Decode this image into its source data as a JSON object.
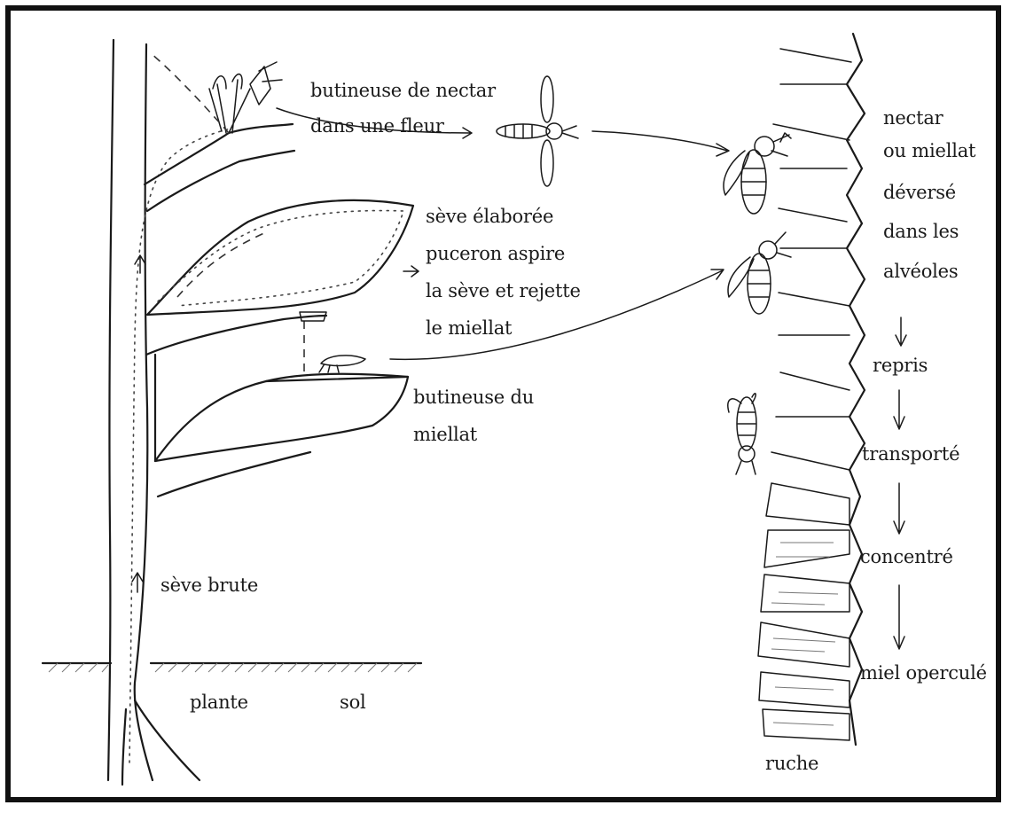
{
  "labels": {
    "nectar_forager_1": "butineuse de nectar",
    "nectar_forager_2": "dans une fleur",
    "hive_nectar_1": "nectar",
    "hive_nectar_2": "ou miellat",
    "hive_nectar_3": "déversé",
    "hive_nectar_4": "dans les",
    "hive_nectar_5": "alvéoles",
    "sap_1": "sève élaborée",
    "sap_2": "puceron aspire",
    "sap_3": "la sève et rejette",
    "sap_4": "le miellat",
    "honeydew_forager_1": "butineuse du",
    "honeydew_forager_2": "miellat",
    "step_repris": "repris",
    "step_transporte": "transporté",
    "step_concentre": "concentré",
    "step_miel": "miel operculé",
    "raw_sap": "sève brute",
    "plant": "plante",
    "soil": "sol",
    "hive": "ruche"
  }
}
